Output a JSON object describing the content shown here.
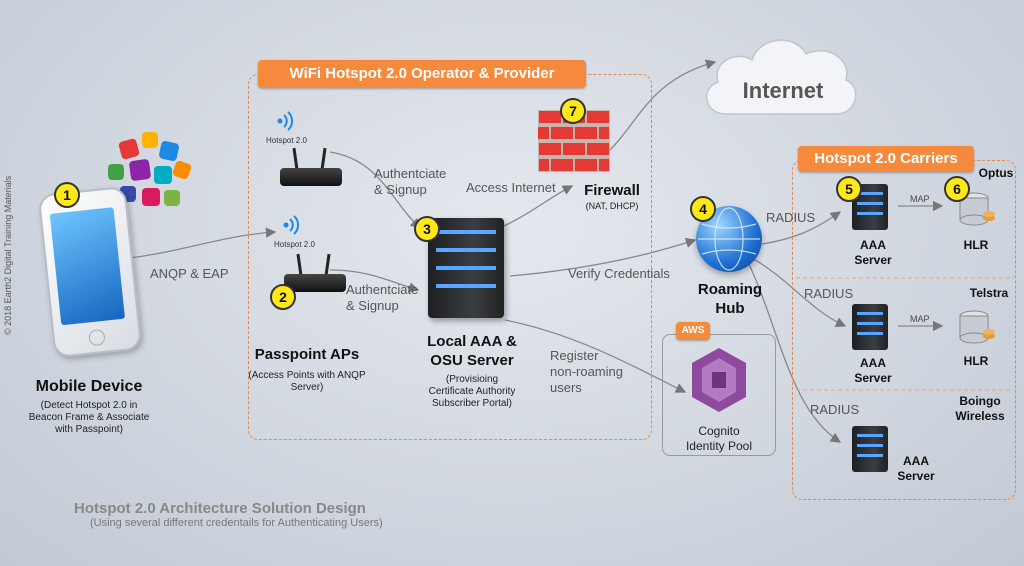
{
  "copyright": "© 2018 Earth2 Digital Training Materials",
  "operator_title": "WiFi Hotspot 2.0 Operator & Provider",
  "carriers_title": "Hotspot 2.0 Carriers",
  "internet": "Internet",
  "mobile": {
    "badge": "1",
    "title": "Mobile Device",
    "desc": [
      "(Detect Hotspot 2.0 in",
      "Beacon Frame & Associate",
      "with Passpoint)"
    ]
  },
  "passpoint": {
    "badge": "2",
    "ap_label": "Hotspot 2.0",
    "title": "Passpoint APs",
    "desc": [
      "(Access Points with ANQP",
      "Server)"
    ]
  },
  "local_aaa": {
    "badge": "3",
    "title": [
      "Local AAA &",
      "OSU Server"
    ],
    "desc": [
      "(Provisioing",
      "Certificate Authority",
      "Subscriber Portal)"
    ]
  },
  "roaming_hub": {
    "badge": "4",
    "title": [
      "Roaming",
      "Hub"
    ]
  },
  "firewall": {
    "badge": "7",
    "title": "Firewall",
    "desc": "(NAT, DHCP)"
  },
  "carriers": {
    "badge_aaa": "5",
    "badge_hlr": "6",
    "optus": "Optus",
    "telstra": "Telstra",
    "boingo": [
      "Boingo",
      "Wireless"
    ],
    "aaa_server": [
      "AAA",
      "Server"
    ],
    "hlr": "HLR",
    "map": "MAP"
  },
  "cognito": {
    "aws": "AWS",
    "title": [
      "Cognito",
      "Identity Pool"
    ]
  },
  "connections": {
    "anqp_eap": "ANQP & EAP",
    "auth_signup": [
      "Authentciate",
      "& Signup"
    ],
    "access_internet": "Access Internet",
    "verify_credentials": "Verify Credentials",
    "register": [
      "Register",
      "non-roaming",
      "users"
    ],
    "radius": "RADIUS"
  },
  "footer": {
    "title": "Hotspot 2.0 Architecture Solution Design",
    "subtitle": "(Using several different credentails for Authenticating Users)"
  }
}
